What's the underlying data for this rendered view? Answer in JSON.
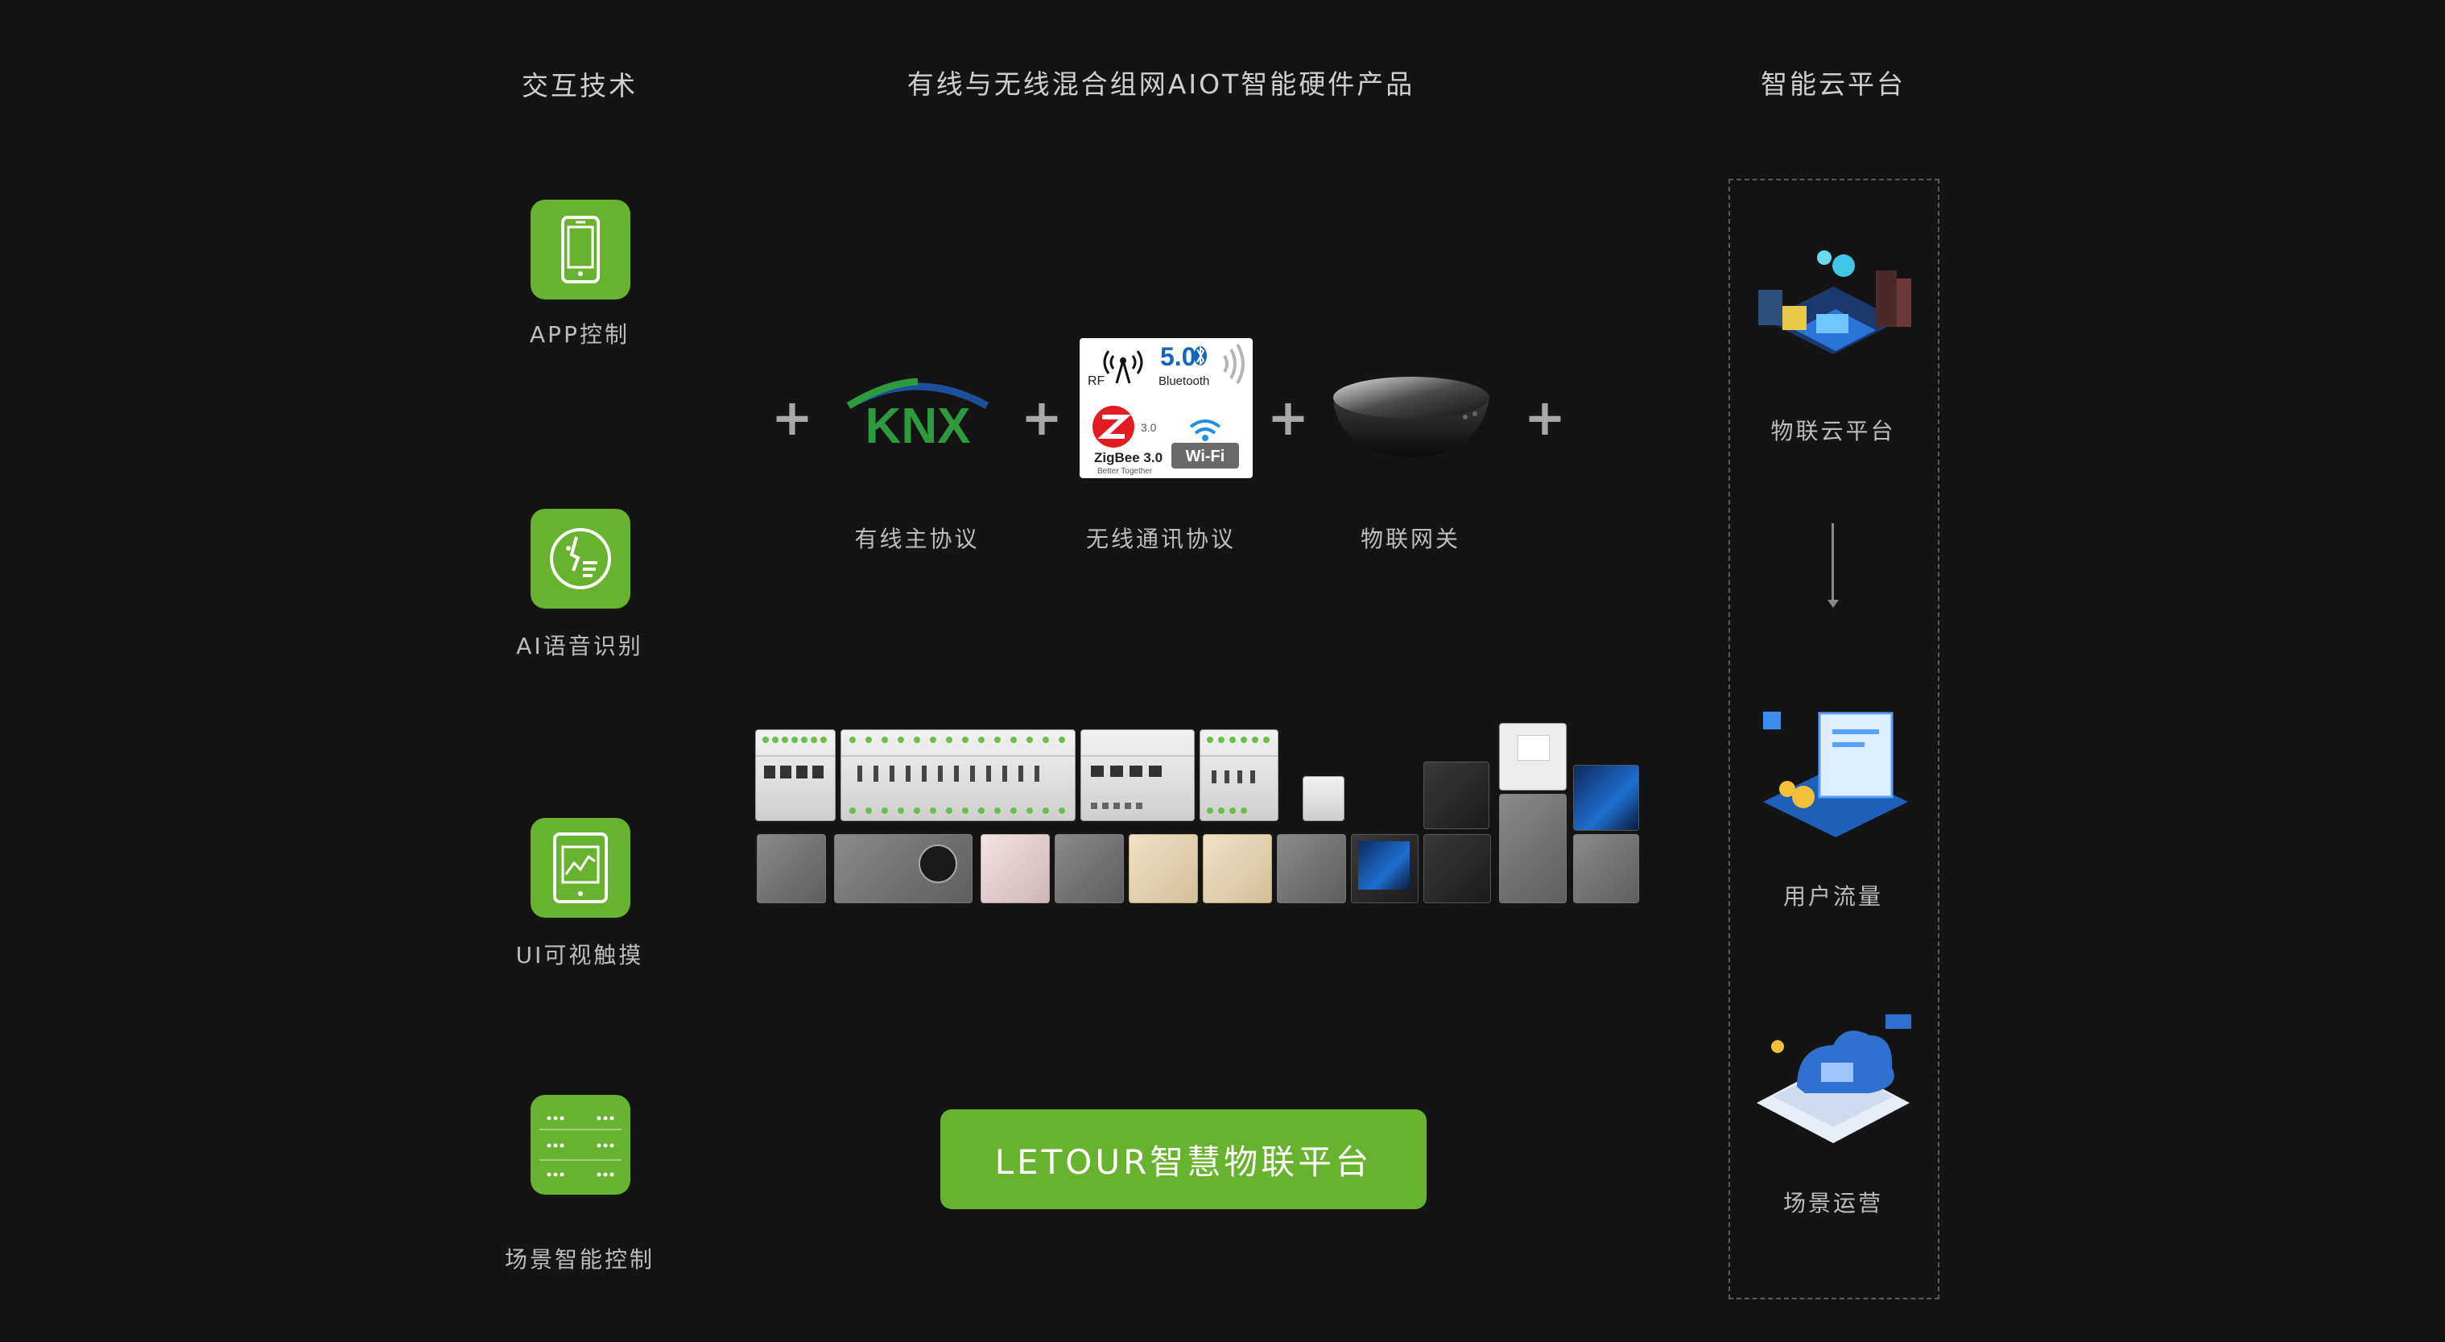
{
  "columns": {
    "left_heading": "交互技术",
    "center_heading": "有线与无线混合组网AIOT智能硬件产品",
    "right_heading": "智能云平台"
  },
  "interaction": {
    "items": [
      {
        "label": "APP控制",
        "icon": "smartphone-icon"
      },
      {
        "label": "AI语音识别",
        "icon": "voice-face-icon"
      },
      {
        "label": "UI可视触摸",
        "icon": "tablet-chart-icon"
      },
      {
        "label": "场景智能控制",
        "icon": "scene-grid-icon"
      }
    ]
  },
  "protocols": {
    "plus": "+",
    "knx_logo_text": "KNX",
    "card": {
      "rf": "RF",
      "bt_version": "5.0",
      "bt_name": "Bluetooth",
      "zigbee_version": "3.0",
      "zigbee_name": "ZigBee 3.0",
      "zigbee_tagline": "Better Together",
      "wifi": "Wi-Fi"
    },
    "labels": {
      "wired": "有线主协议",
      "wireless": "无线通讯协议",
      "gateway": "物联网关"
    }
  },
  "platform_button": "LETOUR智慧物联平台",
  "cloud": {
    "items": [
      {
        "label": "物联云平台",
        "icon": "iot-cloud-icon"
      },
      {
        "label": "用户流量",
        "icon": "user-traffic-icon"
      },
      {
        "label": "场景运营",
        "icon": "scene-operation-icon"
      }
    ]
  },
  "colors": {
    "background": "#141414",
    "accent_green": "#67b32f",
    "knx_green": "#2e9a3e",
    "knx_blue": "#1c4f9c"
  }
}
